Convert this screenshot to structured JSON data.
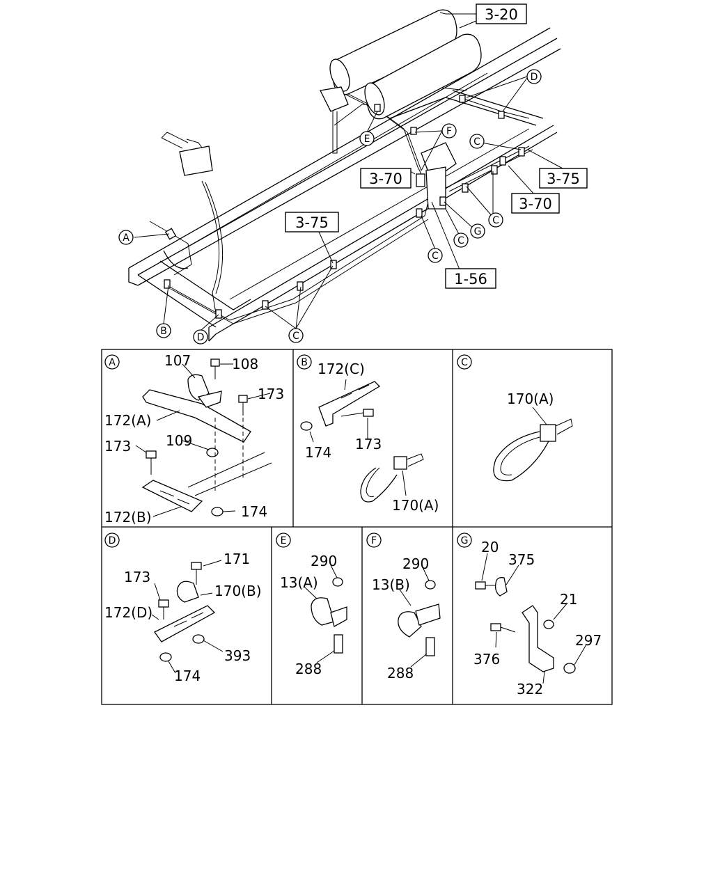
{
  "refs": {
    "r_3_20": "3-20",
    "r_3_70a": "3-70",
    "r_3_75a": "3-75",
    "r_3_70b": "3-70",
    "r_3_75b": "3-75",
    "r_1_56": "1-56"
  },
  "callouts": {
    "A": "A",
    "B": "B",
    "C": "C",
    "D": "D",
    "E": "E",
    "F": "F",
    "G": "G"
  },
  "panels": {
    "A": {
      "letter": "A",
      "parts": {
        "p107": "107",
        "p108": "108",
        "p173a": "173",
        "p172A": "172(A)",
        "p173b": "173",
        "p109": "109",
        "p174": "174",
        "p172B": "172(B)"
      }
    },
    "B": {
      "letter": "B",
      "parts": {
        "p172C": "172(C)",
        "p174": "174",
        "p173": "173",
        "p170A": "170(A)"
      }
    },
    "C": {
      "letter": "C",
      "parts": {
        "p170A": "170(A)"
      }
    },
    "D": {
      "letter": "D",
      "parts": {
        "p171": "171",
        "p173": "173",
        "p170B": "170(B)",
        "p172D": "172(D)",
        "p393": "393",
        "p174": "174"
      }
    },
    "E": {
      "letter": "E",
      "parts": {
        "p290": "290",
        "p13A": "13(A)",
        "p288": "288"
      }
    },
    "F": {
      "letter": "F",
      "parts": {
        "p290": "290",
        "p13B": "13(B)",
        "p288": "288"
      }
    },
    "G": {
      "letter": "G",
      "parts": {
        "p20": "20",
        "p375": "375",
        "p21": "21",
        "p297": "297",
        "p376": "376",
        "p322": "322"
      }
    }
  }
}
